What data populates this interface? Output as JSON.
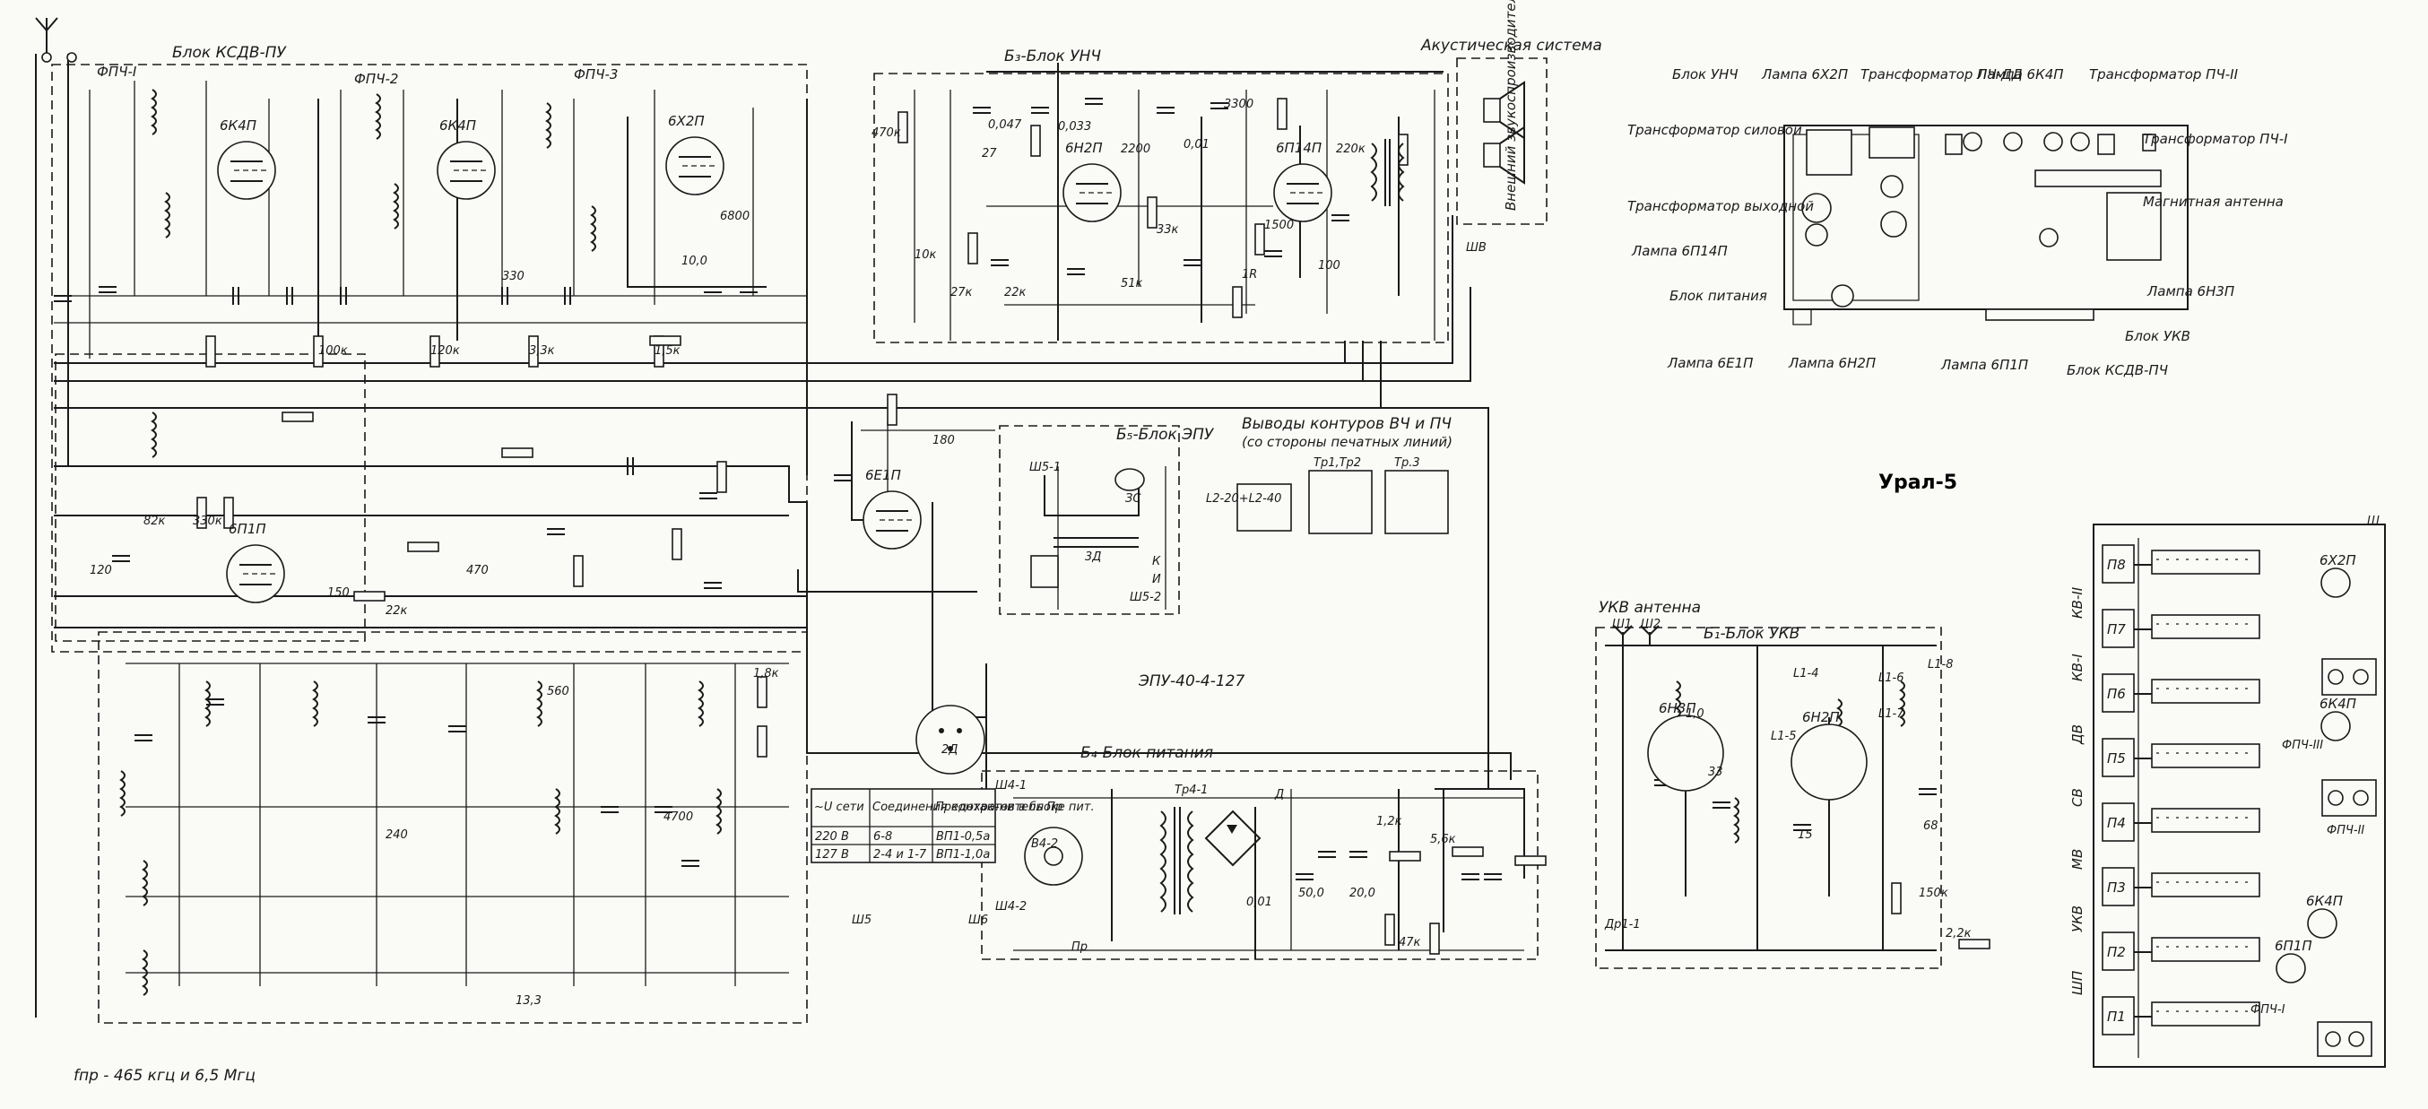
{
  "model_title": "Урал-5",
  "freq_note": "fпр - 465 кгц и 6,5 Мгц",
  "blocks": {
    "kcdv": "Блок КСДВ-ПУ",
    "unch": "Б₃-Блок УНЧ",
    "epu": "Б₅-Блок ЭПУ",
    "power": "Б₄-Блок питания",
    "ukv": "Б₁-Блок УКВ",
    "acoustic": "Акустическая система",
    "outputs_title": "Выводы контуров ВЧ и ПЧ",
    "outputs_sub": "(со стороны печатных линий)",
    "ukv_antenna": "УКВ антенна",
    "epu_model": "ЭПУ-40-4-127",
    "ext_speaker": "Внешний звукоспроизводитель"
  },
  "tubes": [
    "6К4П",
    "6К4П",
    "6Х2П",
    "6Н2П",
    "6П14П",
    "6П1П",
    "6Е1П",
    "6Н3П",
    "6Н2П"
  ],
  "stage_labels": [
    "ФПЧ-I",
    "ФПЧ-2",
    "ФПЧ-3"
  ],
  "volt_table": {
    "headers": [
      "~U сети",
      "Соединения контактов в блоке пит.",
      "Предохра-нитель Пр"
    ],
    "rows": [
      [
        "220 В",
        "6-8",
        "ВП1-0,5а"
      ],
      [
        "127 В",
        "2-4 и 1-7",
        "ВП1-1,0а"
      ]
    ]
  },
  "layout_labels": [
    "Блок УНЧ",
    "Лампа 6Х2П",
    "Трансформатор ПЧ-ДД",
    "Лампа 6К4П",
    "Трансформатор ПЧ-II",
    "Трансформатор силовой",
    "Трансформатор ПЧ-I",
    "Трансформатор выходной",
    "Магнитная антенна",
    "Лампа 6П14П",
    "Лампа 6Н3П",
    "Блок питания",
    "Блок УКВ",
    "Лампа 6Е1П",
    "Лампа 6Н2П",
    "Лампа 6П1П",
    "Блок КСДВ-ПЧ"
  ],
  "switch_rows": [
    "П8",
    "П7",
    "П6",
    "П5",
    "П4",
    "П3",
    "П2",
    "П1"
  ],
  "band_labels": [
    "КВ-II",
    "КВ-I",
    "ДВ",
    "СВ",
    "МВ",
    "УКВ",
    "ШП"
  ],
  "board_tube_labels": [
    "6Х2П",
    "6К4П",
    "6К4П",
    "6П1П"
  ],
  "board_filter_labels": [
    "ФПЧ-III",
    "ФПЧ-II",
    "ФПЧ-I"
  ],
  "component_labels": {
    "caps": [
      "0,047",
      "27",
      "0,033",
      "2200",
      "0,01",
      "3300",
      "1500",
      "6800",
      "330",
      "120",
      "180",
      "470",
      "560",
      "4700",
      "240",
      "0,01",
      "20,0",
      "50,0",
      "10,0",
      "1,0",
      "33",
      "15",
      "68"
    ],
    "res": [
      "470к",
      "10к",
      "27к",
      "22к",
      "51к",
      "33к",
      "220к",
      "100к",
      "120к",
      "3,3к",
      "1,5к",
      "100",
      "150",
      "22к",
      "1,2к",
      "5,6к",
      "47к",
      "150к",
      "2,2к",
      "1,8к",
      "82к",
      "330к"
    ],
    "misc": [
      "1R",
      "Д",
      "Тр4-1",
      "ЗС",
      "3Д",
      "К",
      "И",
      "ШВ",
      "Ш4-1",
      "Ш4-2",
      "Пр",
      "В4-2",
      "Ш5-1",
      "Ш5-2",
      "Тр1,Тр2",
      "Тр.3",
      "L2-20+L2-40",
      "Ш",
      "Ш1",
      "Ш2",
      "Дp1-1",
      "L1-4",
      "L1-5",
      "L1-6",
      "L1-7",
      "L1-8",
      "2Д",
      "13,3",
      "Ш5",
      "Ш6"
    ]
  },
  "colors": {
    "ink": "#1a1a1a",
    "paper": "#fafaf7"
  }
}
